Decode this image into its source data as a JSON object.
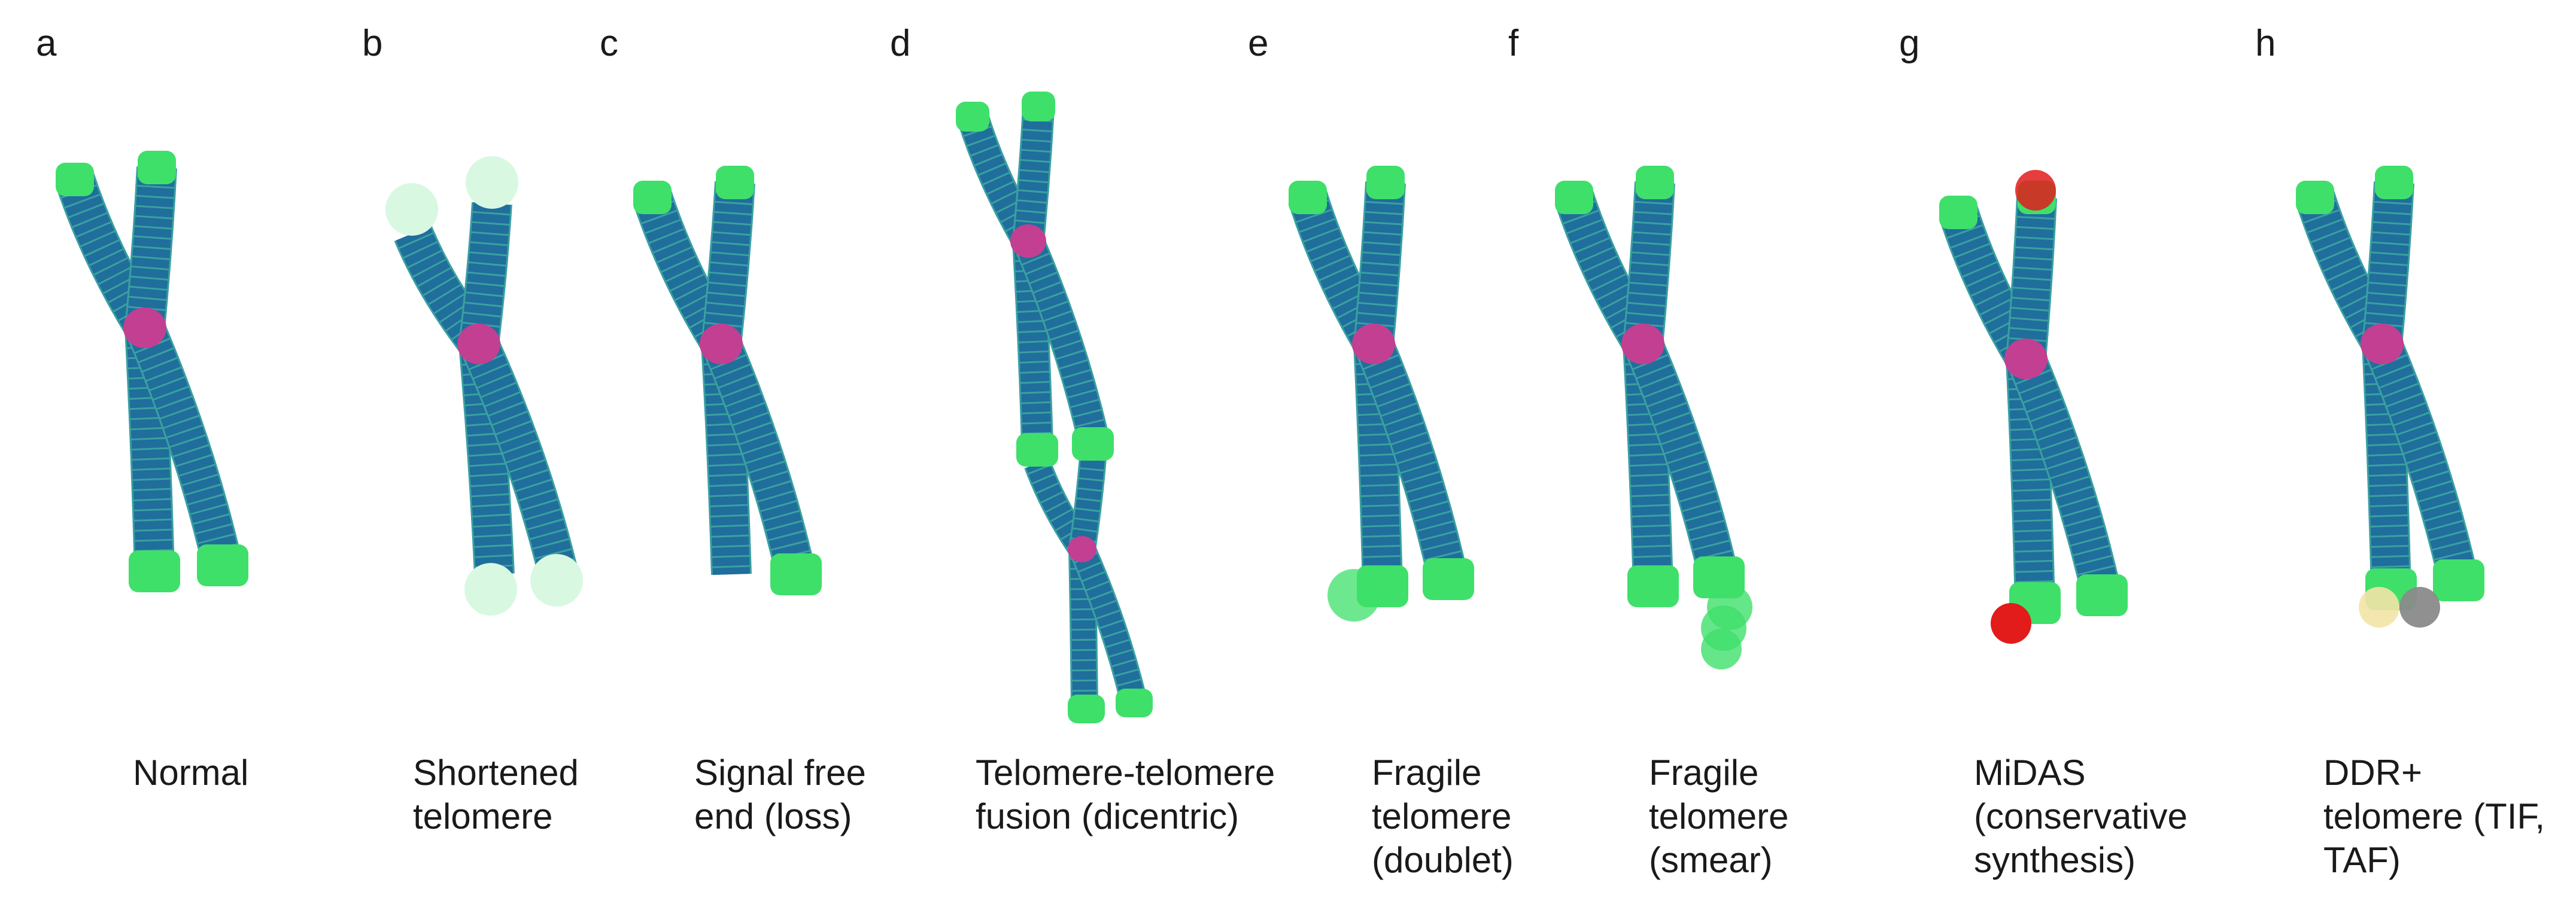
{
  "panels": [
    {
      "letter": "a",
      "caption": [
        "Normal"
      ]
    },
    {
      "letter": "b",
      "caption": [
        "Shortened",
        "telomere"
      ]
    },
    {
      "letter": "c",
      "caption": [
        "Signal free",
        "end (loss)"
      ]
    },
    {
      "letter": "d",
      "caption": [
        "Telomere-telomere",
        "fusion (dicentric)"
      ]
    },
    {
      "letter": "e",
      "caption": [
        "Fragile",
        "telomere",
        "(doublet)"
      ]
    },
    {
      "letter": "f",
      "caption": [
        "Fragile",
        "telomere",
        "(smear)"
      ]
    },
    {
      "letter": "g",
      "caption": [
        "MiDAS",
        "(conservative",
        "synthesis)"
      ]
    },
    {
      "letter": "h",
      "caption": [
        "DDR+",
        "telomere (TIF,",
        "TAF)"
      ]
    }
  ],
  "colors": {
    "chromatid": "#1f6e9c",
    "chromatid_edge": "#3aa0a0",
    "telomere": "#3ee06a",
    "telomere_faint": "#d8f8e2",
    "centromere": "#c23f92",
    "midas_signal": "#e21b1b",
    "ddr_yellow": "#f3e3a6",
    "ddr_grey": "#8a8a8a"
  }
}
